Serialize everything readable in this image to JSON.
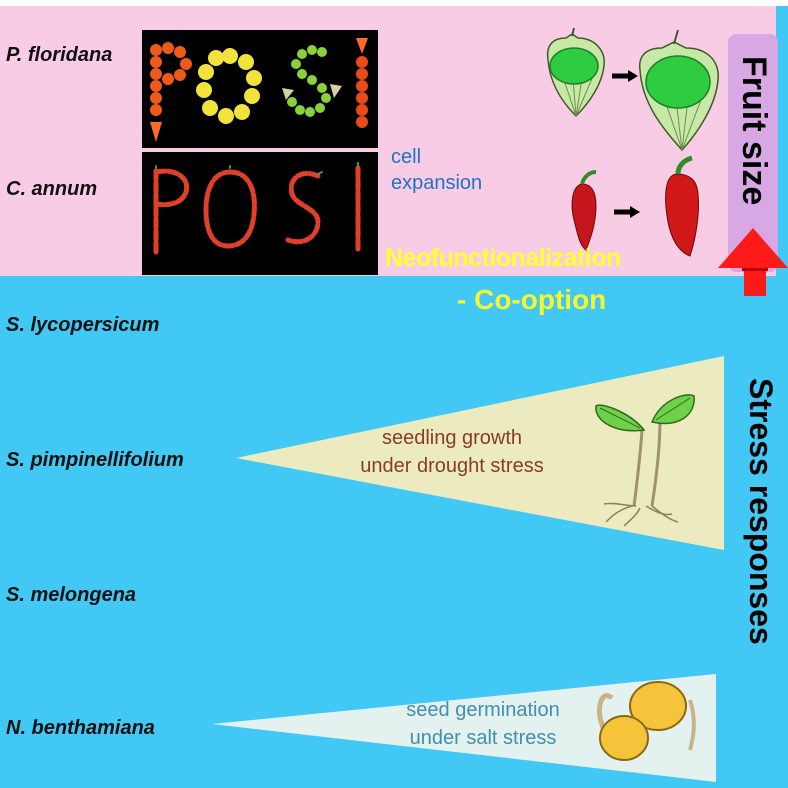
{
  "species": [
    "P. floridana",
    "C. annum",
    "S. lycopersicum",
    "S. pimpinellifolium",
    "S. melongena",
    "N. benthamiana"
  ],
  "photo_letters": [
    "P",
    "O",
    "S",
    "I"
  ],
  "labels": {
    "cell_expansion_line1": "cell",
    "cell_expansion_line2": "expansion",
    "neofunctionalization": "Neofunctionalization",
    "cooption": "- Co-option",
    "fruit_size": "Fruit size",
    "stress_responses": "Stress responses"
  },
  "drought": {
    "line1": "seedling growth",
    "line2": "under drought stress"
  },
  "salt": {
    "line1": "seed germination",
    "line2": "under salt stress"
  },
  "colors": {
    "background": "#41c8f5",
    "pink_panel": "#f9cce6",
    "fruit_size_bar": "#d8a8e4",
    "arrow_red": "#ff1a1a",
    "triangle_drought": "#ecebc0",
    "triangle_salt": "#e4f2ef",
    "drought_text": "#8b3a2a",
    "salt_text": "#3f8fb0",
    "neofunctionalization_text": "#ffff33",
    "cell_expansion_text": "#1f72c9"
  }
}
